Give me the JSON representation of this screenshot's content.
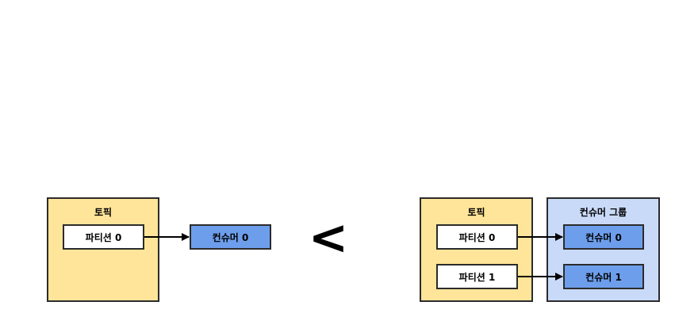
{
  "left": {
    "topic_title": "토픽",
    "partition_label": "파티션 0",
    "consumer_label": "컨슈머 0"
  },
  "comparison_symbol": "<",
  "right": {
    "topic_title": "토픽",
    "partitions": [
      "파티션 0",
      "파티션 1"
    ],
    "group_title": "컨슈머 그룹",
    "consumers": [
      "컨슈머 0",
      "컨슈머 1"
    ]
  },
  "colors": {
    "topic_fill": "#ffe599",
    "group_fill": "#c9daf8",
    "consumer_fill": "#6d9eeb",
    "partition_fill": "#ffffff",
    "border": "#2b2b2b"
  }
}
